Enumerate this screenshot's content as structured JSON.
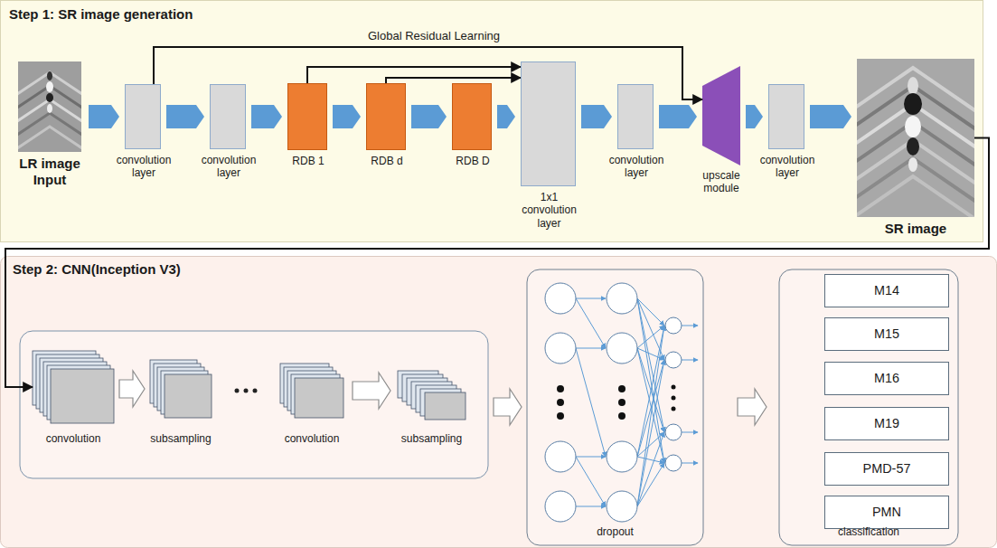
{
  "diagram": {
    "nodes": [
      {
        "text": [
          "Step 1: SR image generation"
        ]
      },
      {
        "text": [
          "LR image Input"
        ],
        "in": 0
      },
      {
        "text": [
          "convolution layer"
        ],
        "in": 0
      },
      {
        "text": [
          "convolution layer"
        ],
        "in": 0
      },
      {
        "text": [
          "RDB 1"
        ],
        "in": 0
      },
      {
        "text": [
          "RDB d"
        ],
        "in": 0
      },
      {
        "text": [
          "RDB D"
        ],
        "in": 0
      },
      {
        "text": [
          "1x1 convolution layer"
        ],
        "in": 0
      },
      {
        "text": [
          "convolution layer"
        ],
        "in": 0
      },
      {
        "text": [
          "upscale module"
        ],
        "in": 0
      },
      {
        "text": [
          "convolution layer"
        ],
        "in": 0
      },
      {
        "text": [
          "SR image"
        ],
        "in": 0
      },
      {
        "text": [
          "Step 2: CNN(Inception V3)"
        ]
      },
      {
        "text": [
          "convolution"
        ],
        "in": 12
      },
      {
        "text": [
          "subsampling"
        ],
        "in": 12
      },
      {
        "text": [
          "convolution"
        ],
        "in": 12
      },
      {
        "text": [
          "subsampling"
        ],
        "in": 12
      },
      {
        "text": [
          "dropout"
        ],
        "in": 12
      },
      {
        "text": [
          "classification"
        ],
        "in": 12
      },
      {
        "text": [
          "M14"
        ],
        "in": 18
      },
      {
        "text": [
          "M15"
        ],
        "in": 18
      },
      {
        "text": [
          "M16"
        ],
        "in": 18
      },
      {
        "text": [
          "M19"
        ],
        "in": 18
      },
      {
        "text": [
          "PMD-57"
        ],
        "in": 18
      },
      {
        "text": [
          "PMN"
        ],
        "in": 18
      }
    ],
    "edges": [
      {
        "from": 1,
        "to": 2,
        "arrow": "to"
      },
      {
        "from": 2,
        "to": 3,
        "arrow": "to"
      },
      {
        "from": 3,
        "to": 4,
        "arrow": "to"
      },
      {
        "from": 4,
        "to": 5,
        "arrow": "to"
      },
      {
        "from": 5,
        "to": 6,
        "arrow": "to"
      },
      {
        "from": 6,
        "to": 7,
        "arrow": "to"
      },
      {
        "from": 7,
        "to": 8,
        "arrow": "to"
      },
      {
        "from": 8,
        "to": 9,
        "arrow": "to"
      },
      {
        "from": 9,
        "to": 10,
        "arrow": "to"
      },
      {
        "from": 10,
        "to": 11,
        "arrow": "to"
      },
      {
        "from": 2,
        "to": 9,
        "label": "Global Residual Learning",
        "arrow": "to"
      },
      {
        "from": 4,
        "to": 7,
        "arrow": "to"
      },
      {
        "from": 5,
        "to": 7,
        "arrow": "to"
      },
      {
        "from": 11,
        "to": 13,
        "arrow": "to"
      },
      {
        "from": 13,
        "to": 14,
        "arrow": "to"
      },
      {
        "from": 15,
        "to": 16,
        "arrow": "to"
      },
      {
        "from": 16,
        "to": 17,
        "arrow": "to"
      },
      {
        "from": 17,
        "to": 18,
        "arrow": "to"
      }
    ]
  }
}
